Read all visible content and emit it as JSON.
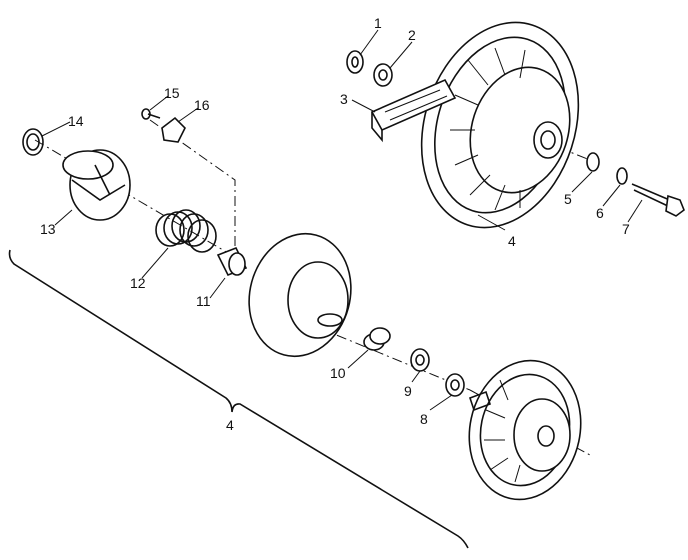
{
  "callouts": [
    {
      "id": "1",
      "label": "1"
    },
    {
      "id": "2",
      "label": "2"
    },
    {
      "id": "3",
      "label": "3"
    },
    {
      "id": "4a",
      "label": "4"
    },
    {
      "id": "5",
      "label": "5"
    },
    {
      "id": "6",
      "label": "6"
    },
    {
      "id": "7",
      "label": "7"
    },
    {
      "id": "8",
      "label": "8"
    },
    {
      "id": "9",
      "label": "9"
    },
    {
      "id": "10",
      "label": "10"
    },
    {
      "id": "11",
      "label": "11"
    },
    {
      "id": "12",
      "label": "12"
    },
    {
      "id": "13",
      "label": "13"
    },
    {
      "id": "14",
      "label": "14"
    },
    {
      "id": "15",
      "label": "15"
    },
    {
      "id": "16",
      "label": "16"
    },
    {
      "id": "4b",
      "label": "4"
    }
  ]
}
